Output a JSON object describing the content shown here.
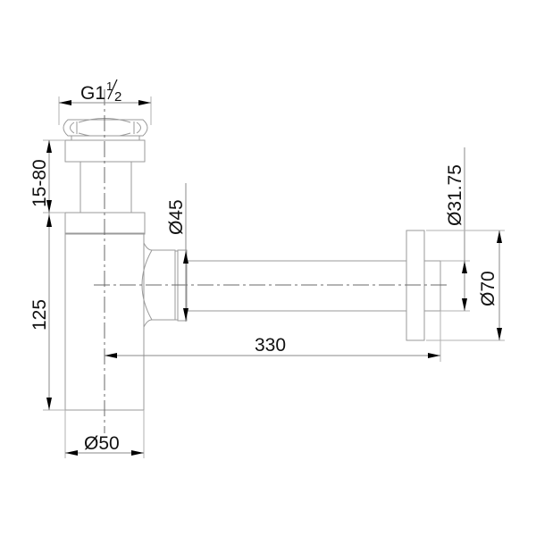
{
  "drawing": {
    "title": "Bottle trap technical drawing",
    "line_color": "#9a9a9a",
    "text_color": "#111111",
    "background": "#ffffff"
  },
  "dimensions": {
    "thread": {
      "prefix": "G1",
      "fraction_num": "1",
      "fraction_den": "2",
      "label": "G1½"
    },
    "tailpiece_length": {
      "label": "15-80"
    },
    "body_height": {
      "label": "125"
    },
    "body_diameter": {
      "label": "Ø50"
    },
    "outlet_diameter": {
      "label": "Ø45"
    },
    "pipe_length": {
      "label": "330"
    },
    "pipe_diameter": {
      "label": "Ø31.75"
    },
    "wall_flange_diameter": {
      "label": "Ø70"
    }
  }
}
